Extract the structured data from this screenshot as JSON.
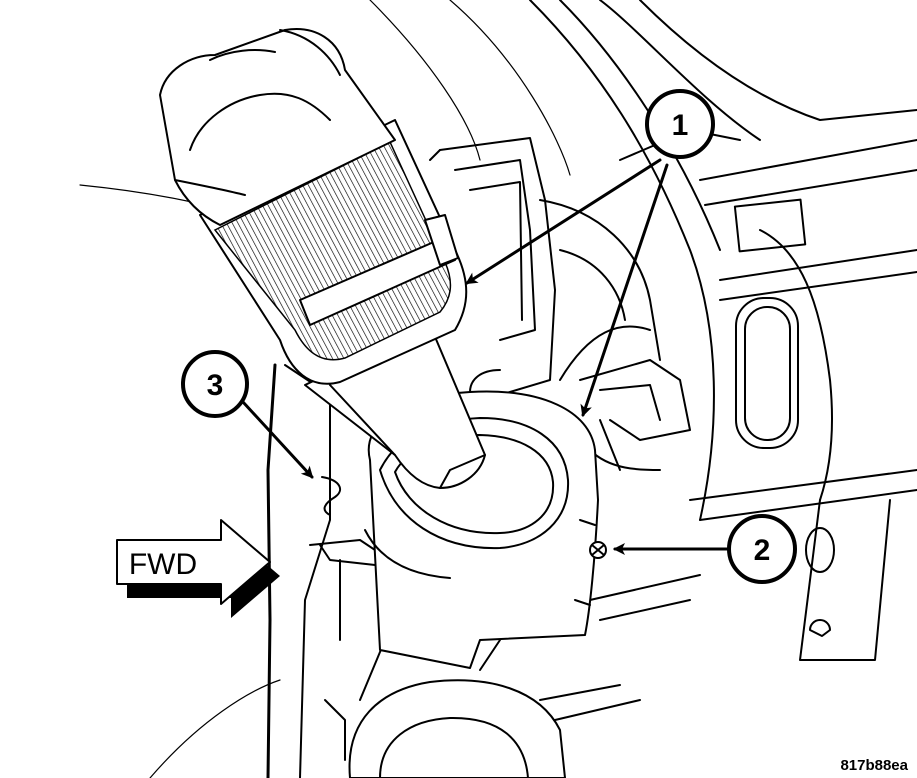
{
  "callouts": [
    {
      "id": "1",
      "label": "1"
    },
    {
      "id": "2",
      "label": "2"
    },
    {
      "id": "3",
      "label": "3"
    }
  ],
  "fwd_label": "FWD",
  "figure_code": "817b88ea",
  "colors": {
    "ink": "#000000",
    "paper": "#ffffff"
  }
}
